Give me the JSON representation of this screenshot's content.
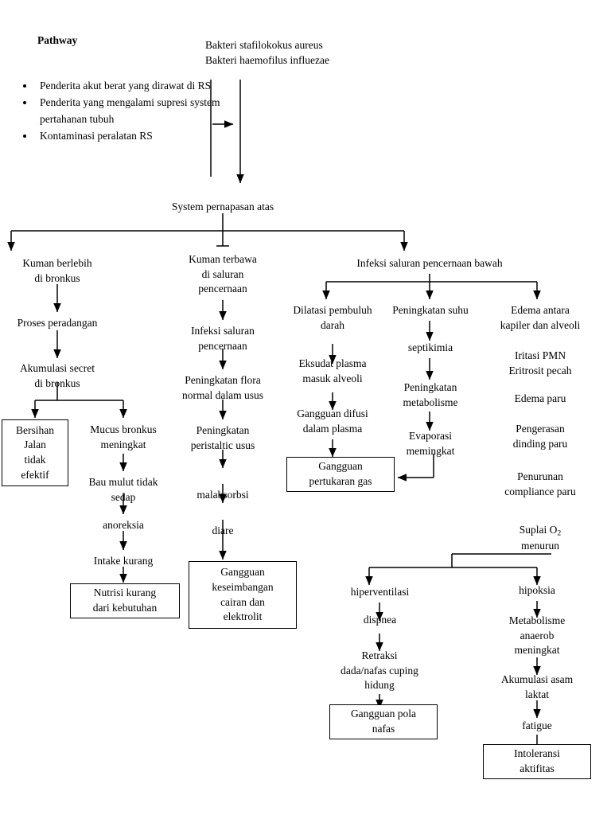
{
  "title": "Pathway",
  "risk_factors": [
    "Penderita akut berat yang dirawat di RS",
    "Penderita yang mengalami supresi system pertahanan tubuh",
    "Kontaminasi peralatan RS"
  ],
  "pathogens": {
    "line1": "Bakteri stafilokokus aureus",
    "line2": "Bakteri haemofilus influezae"
  },
  "nodes": {
    "system_pernapasan_atas": "System pernapasan atas",
    "kuman_berlebih": "Kuman berlebih\ndi bronkus",
    "proses_peradangan": "Proses peradangan",
    "akumulasi_secret": "Akumulasi secret\ndi bronkus",
    "mucus_bronkus": "Mucus bronkus\nmeningkat",
    "bau_mulut": "Bau mulut tidak\nsedap",
    "anoreksia": "anoreksia",
    "intake_kurang": "Intake kurang",
    "kuman_terbawa": "Kuman terbawa\ndi saluran\npencernaan",
    "infeksi_saluran_pencernaan": "Infeksi saluran\npencernaan",
    "peningkatan_flora": "Peningkatan flora\nnormal dalam usus",
    "peningkatan_peristaltic": "Peningkatan\nperistaltic usus",
    "malabsorbsi": "malabsorbsi",
    "diare": "diare",
    "infeksi_bawah": "Infeksi saluran pencernaan bawah",
    "dilatasi_pembuluh": "Dilatasi pembuluh\ndarah",
    "eksudat_plasma": "Eksudat plasma\nmasuk alveoli",
    "gangguan_difusi": "Gangguan difusi\ndalam plasma",
    "peningkatan_suhu": "Peningkatan suhu",
    "septikimia": "septikimia",
    "peningkatan_metabolisme": "Peningkatan\nmetabolisme",
    "evaporasi": "Evaporasi\nmemingkat",
    "edema_antara": "Edema antara\nkapiler dan alveoli",
    "iritasi_pmn": "Iritasi PMN\nEritrosit pecah",
    "edema_paru": "Edema paru",
    "pengerasan_dinding": "Pengerasan\ndinding paru",
    "penurunan_compliance": "Penurunan\ncompliance paru",
    "suplai_o2_pre": "Suplai O",
    "suplai_o2_sub": "2",
    "suplai_o2_post": "\nmenurun",
    "hiperventilasi": "hiperventilasi",
    "dispnea": "dispnea",
    "retraksi": "Retraksi\ndada/nafas cuping\nhidung",
    "hipoksia": "hipoksia",
    "metabolisme_anaerob": "Metabolisme\nanaerob\nmeningkat",
    "akumulasi_asam": "Akumulasi asam\nlaktat",
    "fatigue": "fatigue"
  },
  "diagnosis_boxes": {
    "bersihan_jalan": "Bersihan\nJalan\ntidak\nefektif",
    "nutrisi_kurang": "Nutrisi kurang\ndari kebutuhan",
    "gangguan_keseimbangan": "Gangguan\nkeseimbangan\ncairan dan\nelektrolit",
    "gangguan_pertukaran": "Gangguan\npertukaran gas",
    "gangguan_pola_nafas": "Gangguan pola\nnafas",
    "intoleransi_aktifitas": "Intoleransi\naktifitas"
  },
  "colors": {
    "ink": "#000000",
    "paper": "#ffffff"
  }
}
